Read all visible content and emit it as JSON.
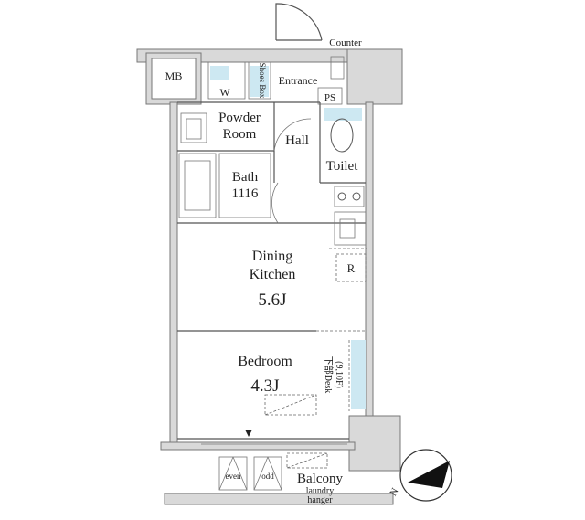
{
  "labels": {
    "mb": "MB",
    "counter": "Counter",
    "entrance": "Entrance",
    "shoes_box": "Shoes Box",
    "w": "W",
    "ps": "PS",
    "powder_room_1": "Powder",
    "powder_room_2": "Room",
    "hall": "Hall",
    "toilet": "Toilet",
    "bath": "Bath",
    "bath_size": "1116",
    "dk_1": "Dining",
    "dk_2": "Kitchen",
    "dk_area": "5.6J",
    "refrigerator": "R",
    "bedroom": "Bedroom",
    "bedroom_area": "4.3J",
    "desk_1": "下部Desk",
    "desk_2": "(9,10F)",
    "even": "even",
    "odd": "odd",
    "balcony": "Balcony",
    "laundry_1": "laundry",
    "laundry_2": "hanger",
    "north": "N"
  },
  "colors": {
    "wall": "#d9d9d9",
    "line": "#555555",
    "accent_blue": "#cde8f2"
  }
}
